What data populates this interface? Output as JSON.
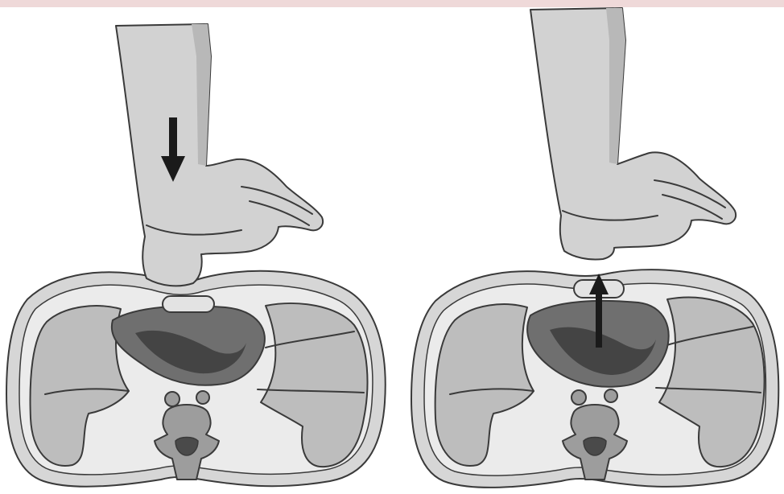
{
  "figure": {
    "panels": [
      {
        "id": "compression",
        "arrow_direction": "down"
      },
      {
        "id": "recoil",
        "arrow_direction": "up"
      }
    ]
  },
  "colors": {
    "top_band": "#efd9d9",
    "outline": "#3a3a3a",
    "arm": "#d2d2d2",
    "arm_shade": "#b8b8b8",
    "chest_wall": "#d6d6d6",
    "chest_rim": "#ebebeb",
    "lung": "#bdbdbd",
    "heart": "#6f6f6f",
    "heart_dark": "#444444",
    "sternum": "#e3e3e3",
    "spine": "#9d9d9d",
    "vertebral_canal": "#4a4a4a",
    "arrow": "#1a1a1a"
  }
}
